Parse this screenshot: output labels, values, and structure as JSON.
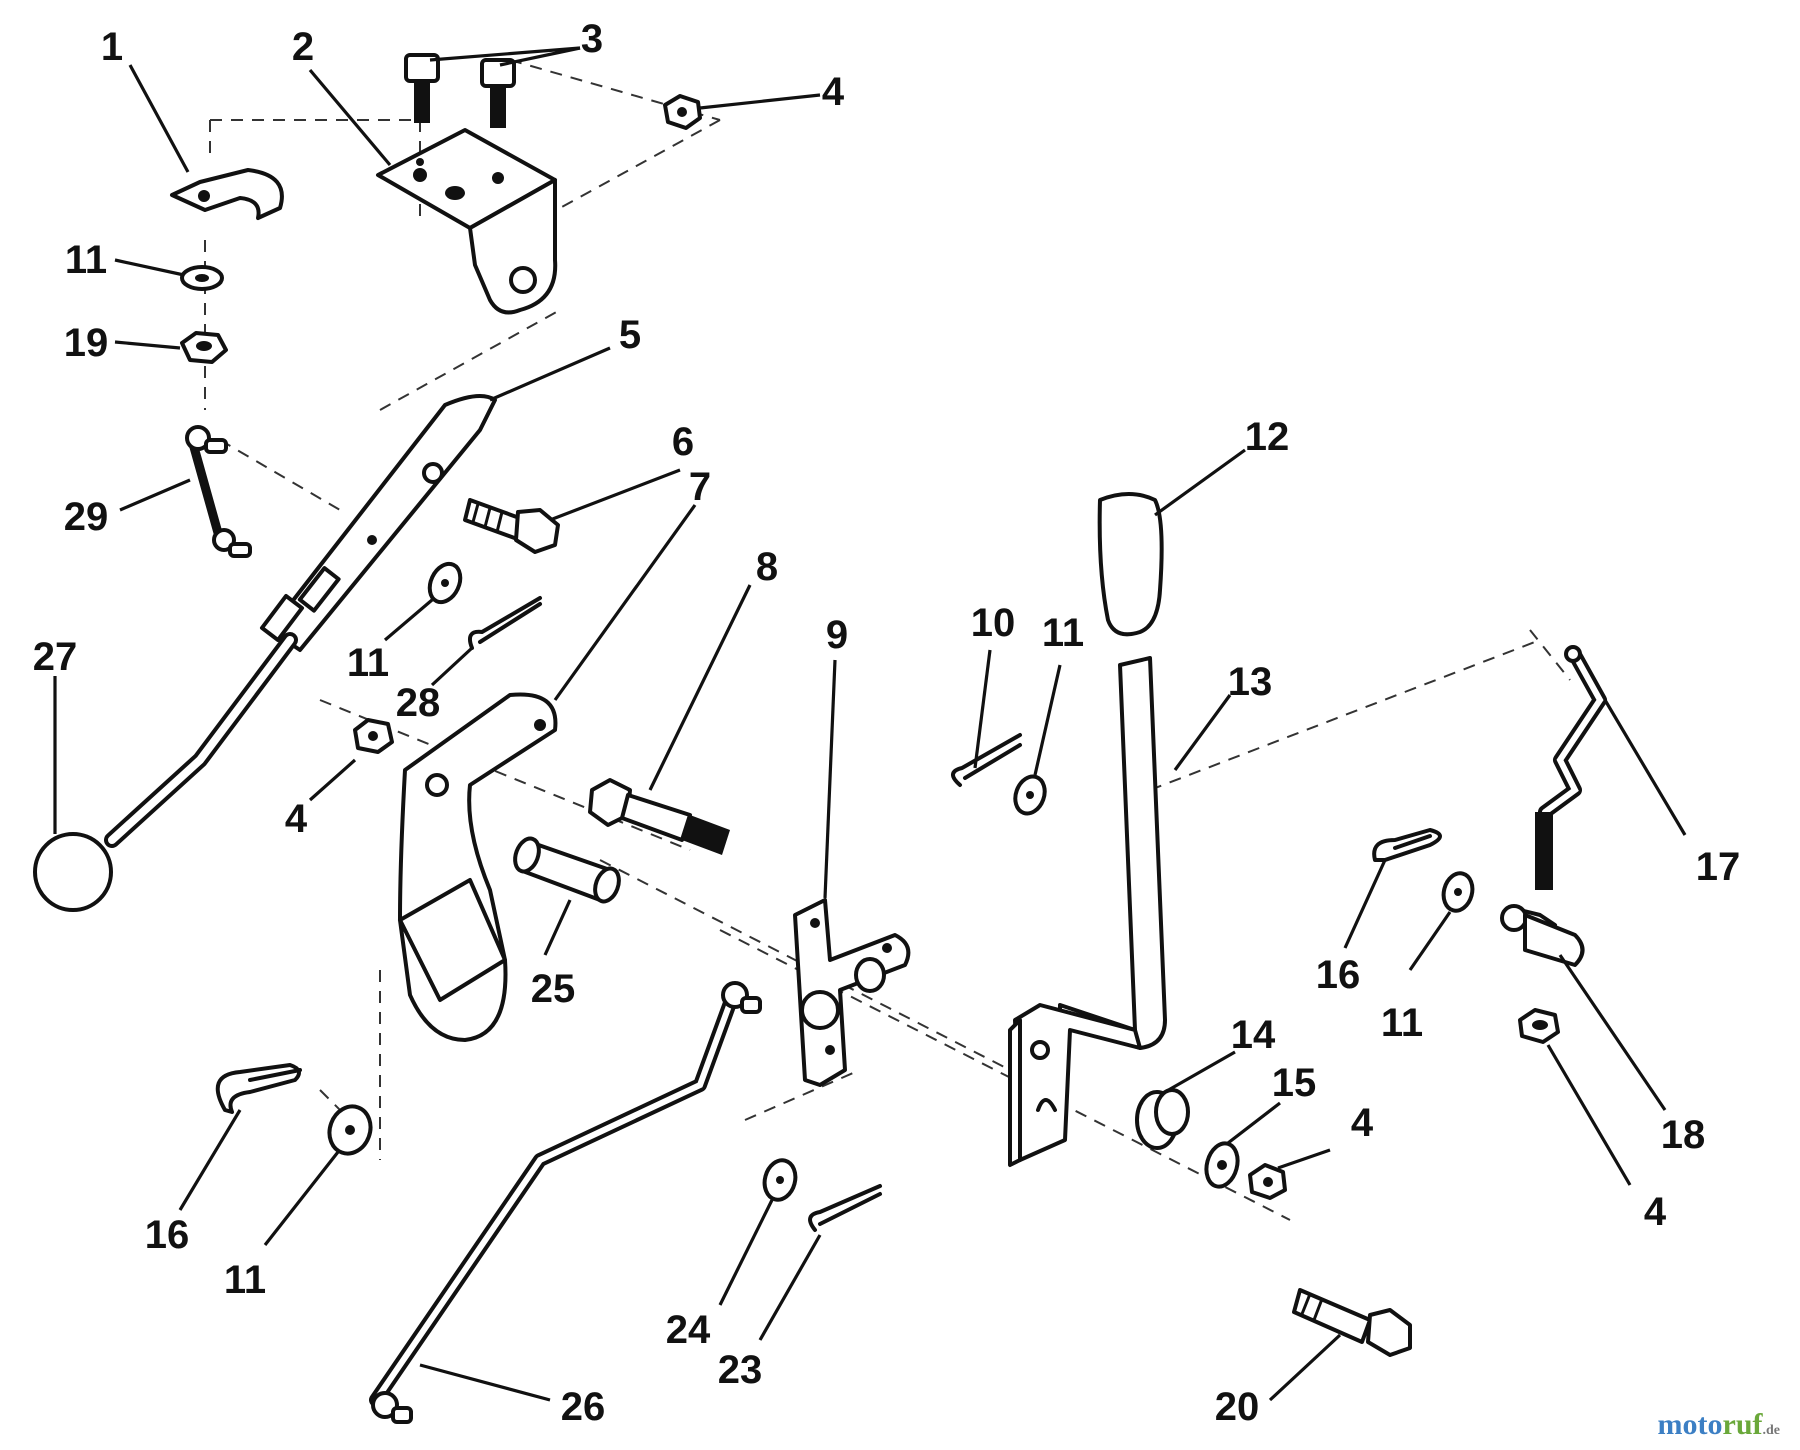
{
  "diagram": {
    "callouts": [
      "1",
      "2",
      "3",
      "4",
      "11",
      "19",
      "5",
      "29",
      "6",
      "7",
      "12",
      "27",
      "11",
      "28",
      "8",
      "9",
      "10",
      "11",
      "13",
      "4",
      "25",
      "16",
      "11",
      "17",
      "14",
      "15",
      "4",
      "4",
      "18",
      "16",
      "11",
      "24",
      "23",
      "26",
      "20"
    ]
  },
  "watermark": {
    "part1": "moto",
    "part2": "ruf",
    "part3": ".de"
  }
}
